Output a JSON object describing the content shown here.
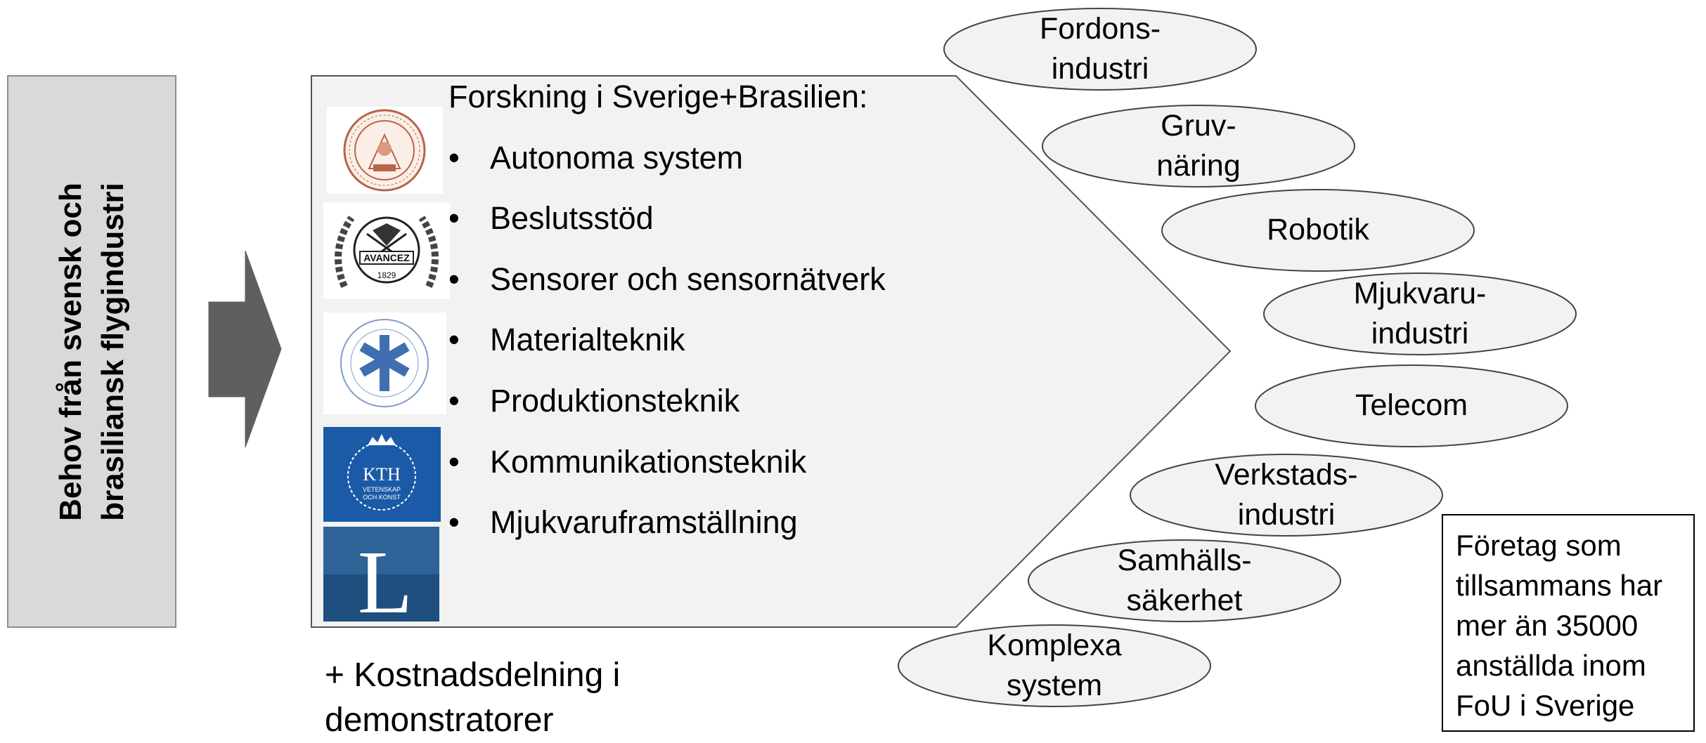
{
  "needs_box": {
    "line1": "Behov från svensk och",
    "line2": "brasiliansk flygindustri"
  },
  "research": {
    "heading": "Forskning i Sverige+Brasilien:",
    "bullet_char": "•",
    "items": [
      "Autonoma system",
      "Beslutsstöd",
      "Sensorer och sensornätverk",
      "Materialteknik",
      "Produktionsteknik",
      "Kommunikationsteknik",
      "Mjukvaruframställning"
    ]
  },
  "logos": {
    "lund": {
      "name": "lund-university-seal-icon"
    },
    "chalmers": {
      "name": "chalmers-avancez-seal-icon",
      "text": "AVANCEZ",
      "year": "1829"
    },
    "liu": {
      "name": "linkoping-university-logo-icon"
    },
    "kth": {
      "name": "kth-logo-icon",
      "text": "KTH",
      "sub1": "VETENSKAP",
      "sub2": "OCH KONST"
    },
    "l": {
      "name": "l-letter-logo-icon",
      "text": "L"
    }
  },
  "industries": [
    {
      "line1": "Fordons-",
      "line2": "industri"
    },
    {
      "line1": "Gruv-",
      "line2": "näring"
    },
    {
      "line1": "Robotik",
      "line2": ""
    },
    {
      "line1": "Mjukvaru-",
      "line2": "industri"
    },
    {
      "line1": "Telecom",
      "line2": ""
    },
    {
      "line1": "Verkstads-",
      "line2": "industri"
    },
    {
      "line1": "Samhälls-",
      "line2": "säkerhet"
    },
    {
      "line1": "Komplexa",
      "line2": "system"
    }
  ],
  "companies_box": {
    "lines": [
      "Företag som",
      "tillsammans har",
      "mer än 35000",
      "anställda inom",
      "FoU i Sverige"
    ]
  },
  "footer": {
    "line1": "+ Kostnadsdelning i",
    "line2": "demonstratorer"
  },
  "colors": {
    "grey_box": "#d9d9d9",
    "arrow": "#5f5f5f",
    "pentagon_fill": "#f2f2f2",
    "ellipse_fill": "#f2f2f2",
    "lund": "#b5654a",
    "kth": "#1b5aa6",
    "l_logo": "#1f4f7f",
    "liu": "#3f6fb0"
  }
}
